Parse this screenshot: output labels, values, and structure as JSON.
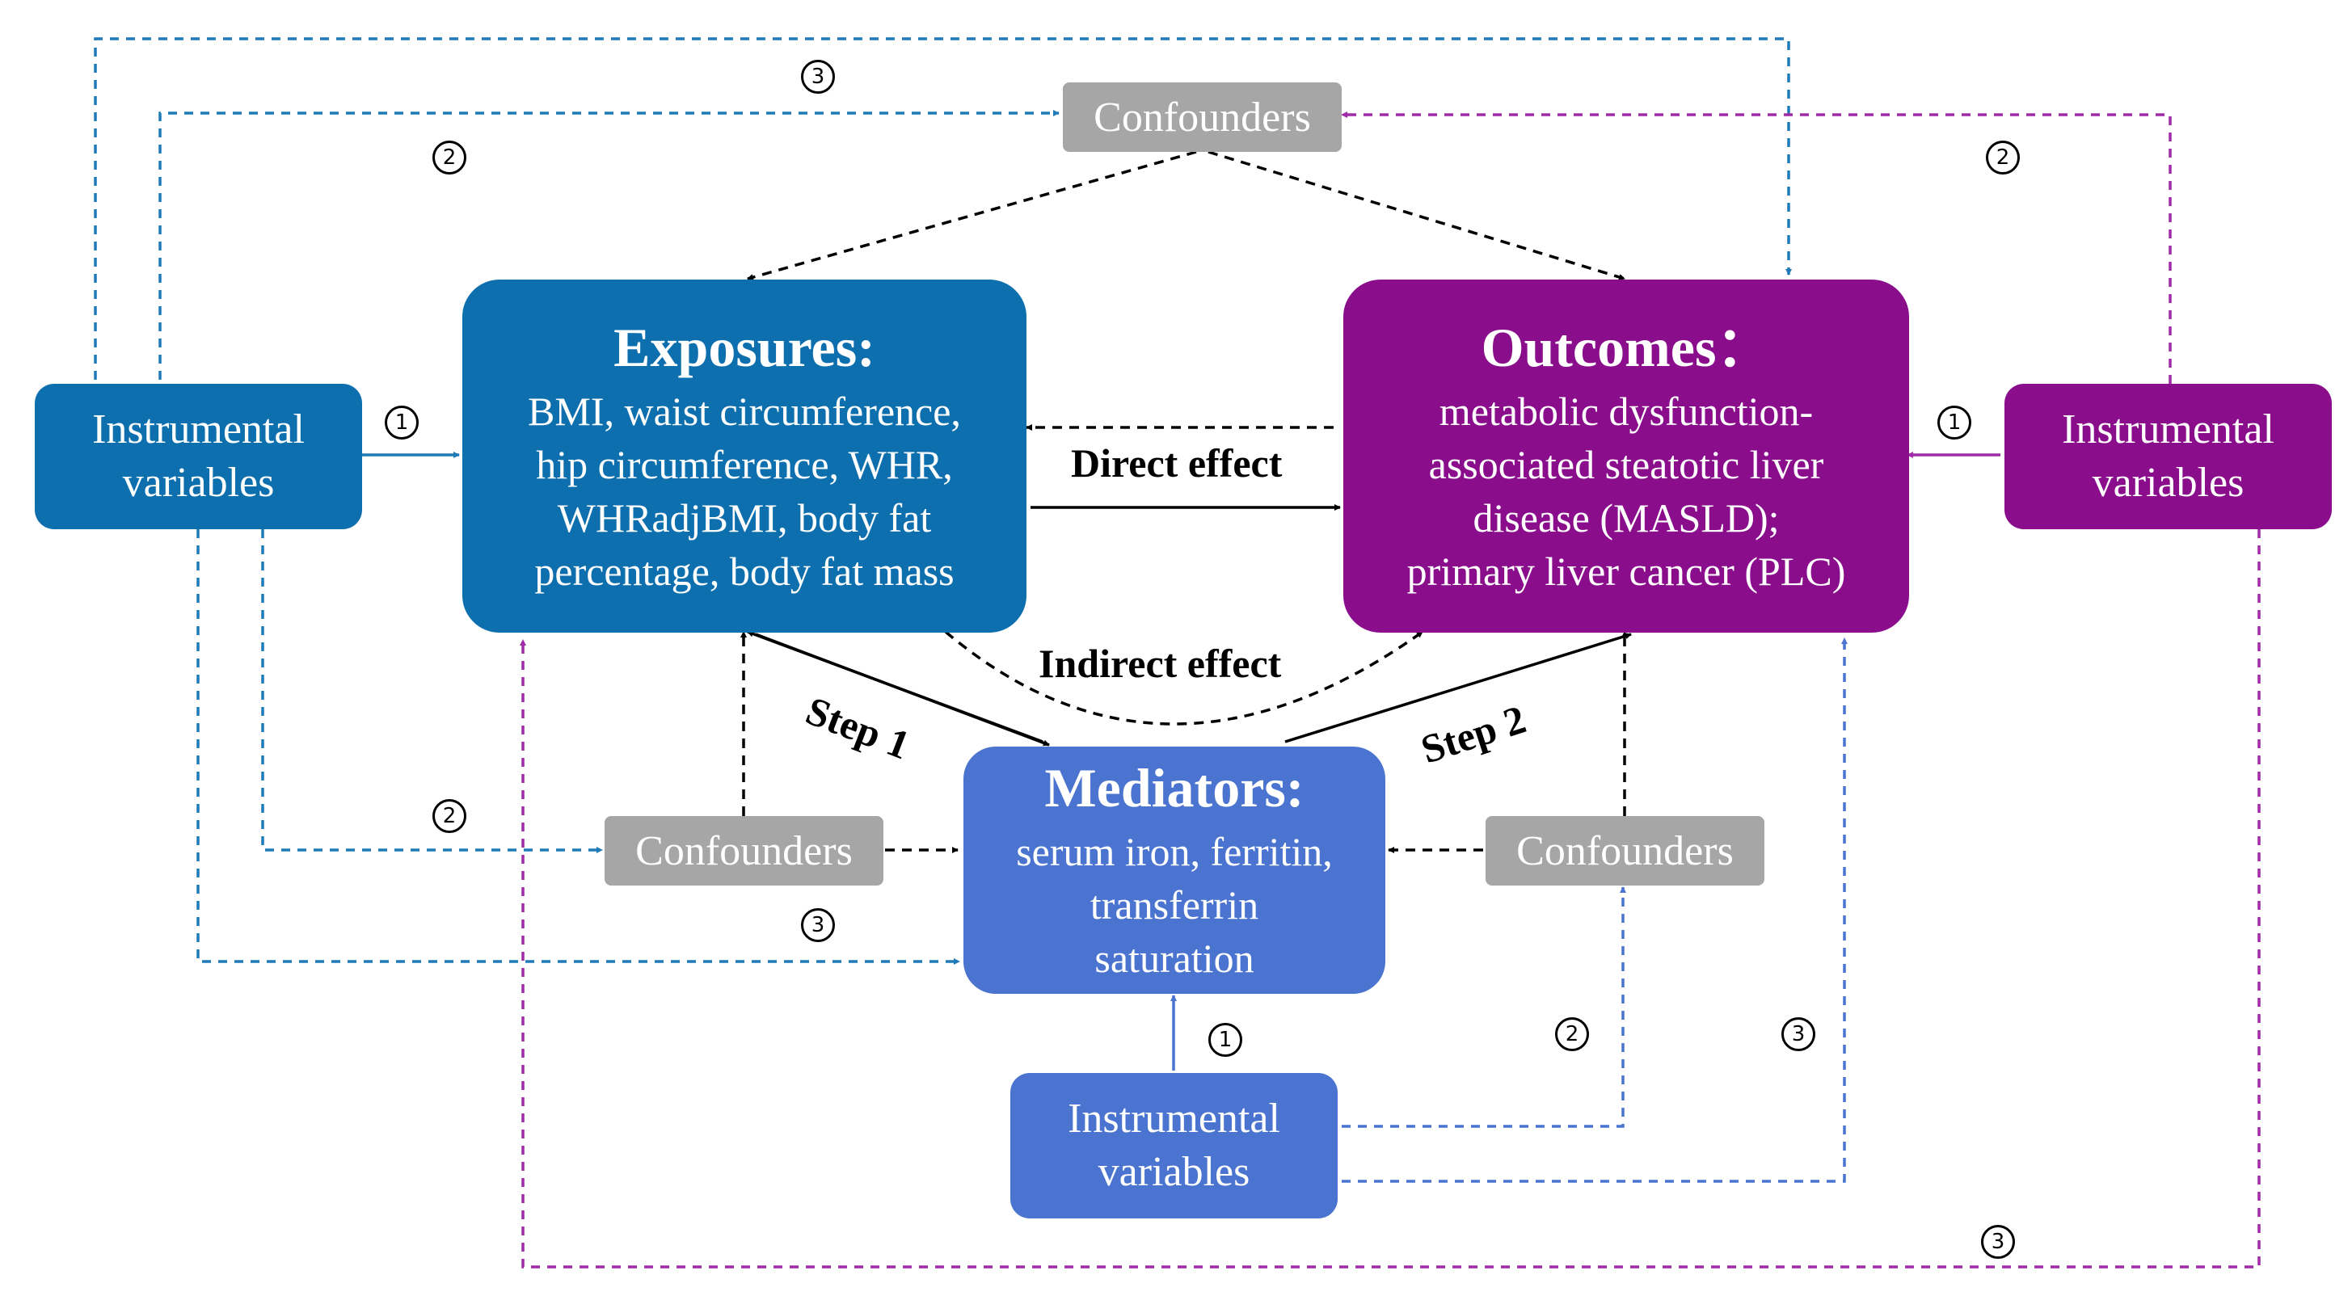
{
  "colors": {
    "exposure_blue": "#0e6fae",
    "outcome_purple": "#8a0d8c",
    "mediator_blue": "#4a74cf",
    "confounder_gray": "#a6a6a6",
    "blue_dash": "#1f7ab8",
    "purple_dash": "#a02aa8",
    "mediator_dash": "#4a74cf",
    "black": "#000000"
  },
  "exposures": {
    "title": "Exposures:",
    "lines": [
      "BMI, waist circumference,",
      "hip circumference, WHR,",
      "WHRadjBMI, body fat",
      "percentage, body fat mass"
    ]
  },
  "outcomes": {
    "title": "Outcomes：",
    "lines": [
      "metabolic dysfunction-",
      "associated steatotic liver",
      "disease (MASLD);",
      "primary liver cancer (PLC)"
    ]
  },
  "mediators": {
    "title": "Mediators:",
    "lines": [
      "serum iron, ferritin,",
      "transferrin",
      "saturation"
    ]
  },
  "instrumental_variables": {
    "exposure": [
      "Instrumental",
      "variables"
    ],
    "outcome": [
      "Instrumental",
      "variables"
    ],
    "mediator": [
      "Instrumental",
      "variables"
    ]
  },
  "confounders": {
    "top": "Confounders",
    "left": "Confounders",
    "right": "Confounders"
  },
  "effects": {
    "direct": "Direct effect",
    "indirect": "Indirect effect",
    "step1": "Step 1",
    "step2": "Step 2"
  },
  "markers": {
    "one": "1",
    "two": "2",
    "three": "3"
  }
}
